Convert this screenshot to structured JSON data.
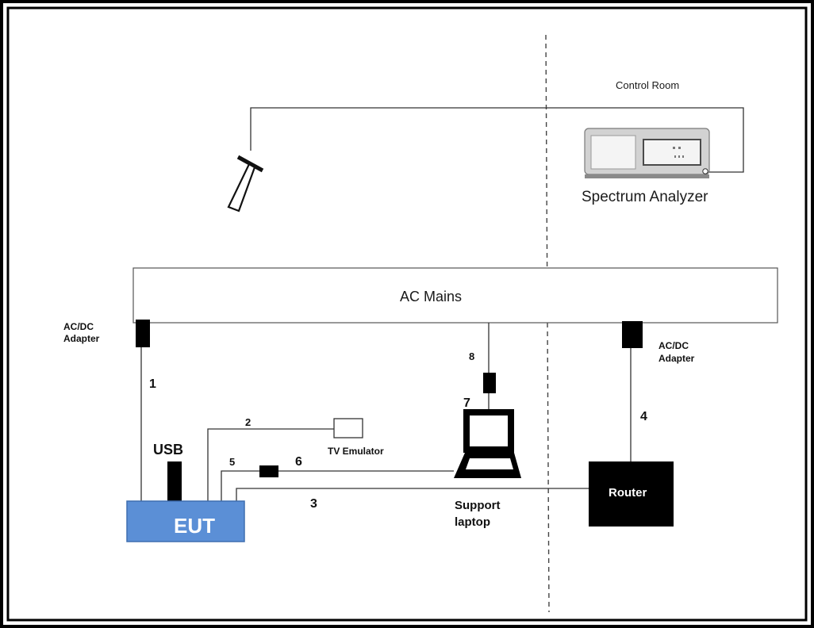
{
  "labels": {
    "control_room": "Control Room",
    "spectrum_analyzer": "Spectrum Analyzer",
    "ac_mains": "AC Mains",
    "adapter_left_line1": "AC/DC",
    "adapter_left_line2": "Adapter",
    "adapter_right_line1": "AC/DC",
    "adapter_right_line2": "Adapter",
    "usb": "USB",
    "eut": "EUT",
    "tv_emulator": "TV Emulator",
    "support_laptop_line1": "Support",
    "support_laptop_line2": "laptop",
    "router": "Router"
  },
  "cables": {
    "c1": "1",
    "c2": "2",
    "c3": "3",
    "c4": "4",
    "c5": "5",
    "c6": "6",
    "c7": "7",
    "c8": "8"
  },
  "colors": {
    "eut_fill": "#5b8fd6",
    "eut_stroke": "#3f6fb0",
    "black": "#000000",
    "line": "#333333"
  },
  "icons": {
    "antenna": "horn-antenna-icon",
    "analyzer": "spectrum-analyzer-icon",
    "laptop": "laptop-icon"
  }
}
